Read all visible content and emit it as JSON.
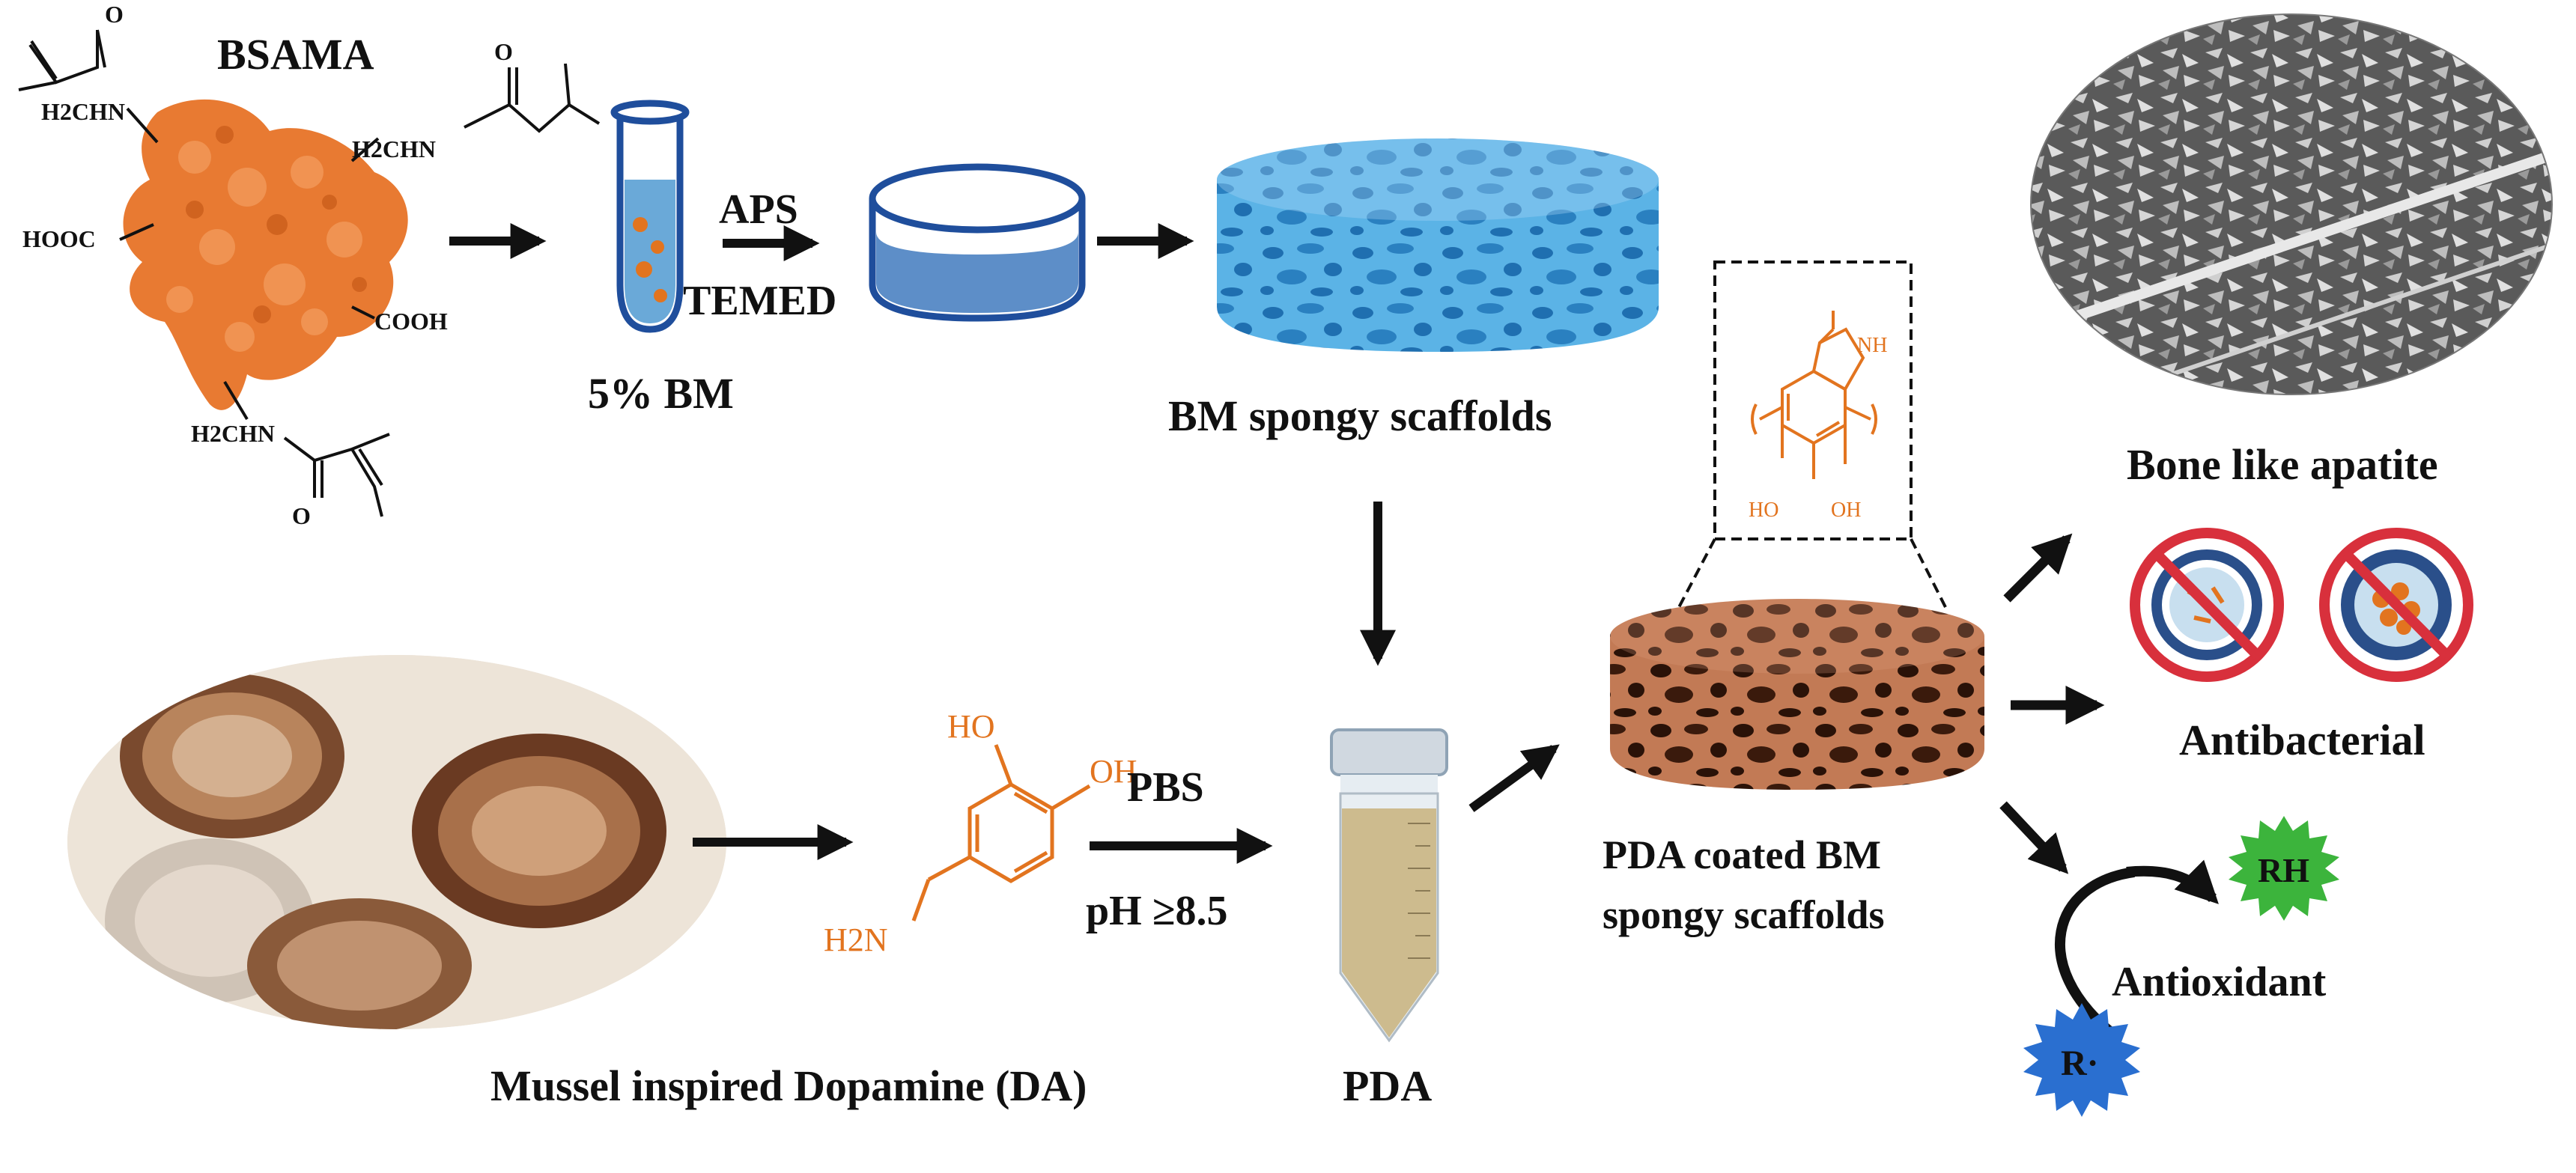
{
  "diagram": {
    "protein": {
      "name": "BSAMA",
      "groups": {
        "methacrylamide_tl": "H2CHN",
        "methacrylamide_tr": "H2CHN",
        "methacrylamide_b": "H2CHN",
        "acid_left": "HOOC",
        "acid_right": "COOH",
        "carbonyl_o": "O"
      }
    },
    "tube_label": "5% BM",
    "reagents": {
      "top": "APS",
      "bottom": "TEMED"
    },
    "scaffold_label": "BM spongy scaffolds",
    "mussel_label": "Mussel inspired Dopamine (DA)",
    "dopamine": {
      "oh1": "HO",
      "oh2": "OH",
      "amine": "H2N"
    },
    "buffer": {
      "top": "PBS",
      "bottom": "pH ≥8.5"
    },
    "pda_label": "PDA",
    "coated_label_line1": "PDA coated BM",
    "coated_label_line2": "spongy scaffolds",
    "pda_struct": {
      "nh": "NH",
      "ho": "HO",
      "oh": "OH"
    },
    "outcomes": {
      "apatite": "Bone like apatite",
      "antibacterial": "Antibacterial",
      "antioxidant": "Antioxidant",
      "rh": "RH",
      "radical": "R·"
    },
    "colors": {
      "orange": "#e2741f",
      "blue_dark": "#1f4e9c",
      "blue_light": "#6aa9d8",
      "sponge_blue": "#4da6e0",
      "sponge_brown": "#b86a45",
      "green": "#3cb43c",
      "radical_blue": "#2a6fd0",
      "forbid_red": "#d8303c"
    }
  }
}
